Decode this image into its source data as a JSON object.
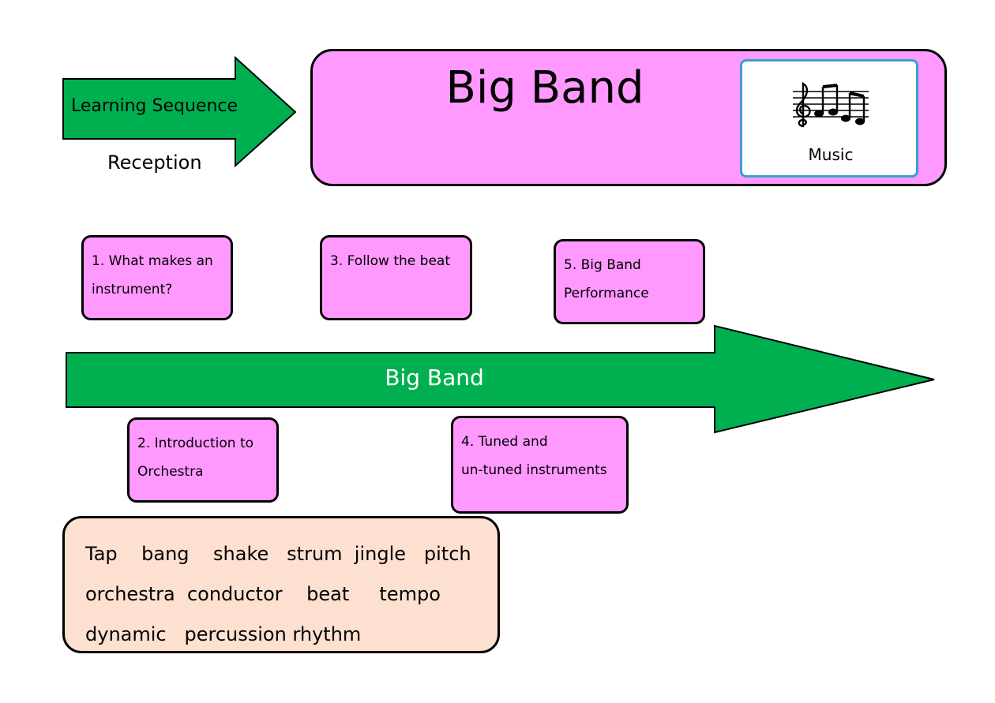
{
  "header": {
    "sequence_label": "Learning Sequence",
    "year_group": "Reception",
    "title": "Big Band",
    "subject": "Music"
  },
  "timeline": {
    "label": "Big Band",
    "lessons": [
      {
        "line1": "1. What makes an",
        "line2": "instrument?"
      },
      {
        "line1": "2. Introduction to",
        "line2": "Orchestra"
      },
      {
        "line1": "3. Follow the beat",
        "line2": ""
      },
      {
        "line1": "4. Tuned and",
        "line2": "un-tuned instruments"
      },
      {
        "line1": "5. Big Band",
        "line2": "Performance"
      }
    ]
  },
  "vocabulary": {
    "line1": "Tap    bang    shake   strum  jingle   pitch",
    "line2": "orchestra  conductor    beat     tempo",
    "line3": "dynamic   percussion rhythm"
  },
  "colors": {
    "arrow_green": "#00b050",
    "card_pink": "#ff99ff",
    "vocab_peach": "#fde0d0",
    "subject_border": "#3aa0d0"
  },
  "icons": {
    "subject_icon": "music-notes-icon"
  }
}
